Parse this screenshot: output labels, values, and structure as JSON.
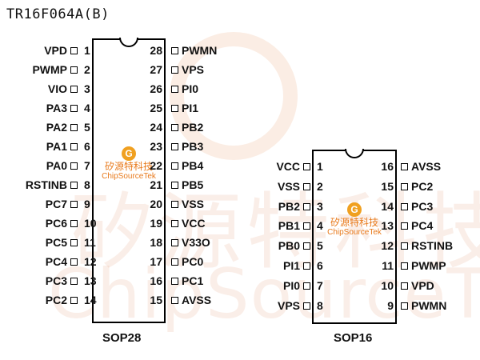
{
  "title": "TR16F064A(B)",
  "watermark": {
    "cn": "矽源特科技",
    "en": "ChipSourceTek"
  },
  "logo": {
    "cn": "矽源特科技",
    "en": "ChipSourceTek",
    "icon": "G"
  },
  "sop28": {
    "label": "SOP28",
    "left_pins": [
      {
        "num": "1",
        "name": "VPD"
      },
      {
        "num": "2",
        "name": "PWMP"
      },
      {
        "num": "3",
        "name": "VIO"
      },
      {
        "num": "4",
        "name": "PA3"
      },
      {
        "num": "5",
        "name": "PA2"
      },
      {
        "num": "6",
        "name": "PA1"
      },
      {
        "num": "7",
        "name": "PA0"
      },
      {
        "num": "8",
        "name": "RSTINB"
      },
      {
        "num": "9",
        "name": "PC7"
      },
      {
        "num": "10",
        "name": "PC6"
      },
      {
        "num": "11",
        "name": "PC5"
      },
      {
        "num": "12",
        "name": "PC4"
      },
      {
        "num": "13",
        "name": "PC3"
      },
      {
        "num": "14",
        "name": "PC2"
      }
    ],
    "right_pins": [
      {
        "num": "28",
        "name": "PWMN"
      },
      {
        "num": "27",
        "name": "VPS"
      },
      {
        "num": "26",
        "name": "PI0"
      },
      {
        "num": "25",
        "name": "PI1"
      },
      {
        "num": "24",
        "name": "PB2"
      },
      {
        "num": "23",
        "name": "PB3"
      },
      {
        "num": "22",
        "name": "PB4"
      },
      {
        "num": "21",
        "name": "PB5"
      },
      {
        "num": "20",
        "name": "VSS"
      },
      {
        "num": "19",
        "name": "VCC"
      },
      {
        "num": "18",
        "name": "V33O"
      },
      {
        "num": "17",
        "name": "PC0"
      },
      {
        "num": "16",
        "name": "PC1"
      },
      {
        "num": "15",
        "name": "AVSS"
      }
    ]
  },
  "sop16": {
    "label": "SOP16",
    "left_pins": [
      {
        "num": "1",
        "name": "VCC"
      },
      {
        "num": "2",
        "name": "VSS"
      },
      {
        "num": "3",
        "name": "PB2"
      },
      {
        "num": "4",
        "name": "PB1"
      },
      {
        "num": "5",
        "name": "PB0"
      },
      {
        "num": "6",
        "name": "PI1"
      },
      {
        "num": "7",
        "name": "PI0"
      },
      {
        "num": "8",
        "name": "VPS"
      }
    ],
    "right_pins": [
      {
        "num": "16",
        "name": "AVSS"
      },
      {
        "num": "15",
        "name": "PC2"
      },
      {
        "num": "14",
        "name": "PC3"
      },
      {
        "num": "13",
        "name": "PC4"
      },
      {
        "num": "12",
        "name": "RSTINB"
      },
      {
        "num": "11",
        "name": "PWMP"
      },
      {
        "num": "10",
        "name": "VPD"
      },
      {
        "num": "9",
        "name": "PWMN"
      }
    ]
  }
}
